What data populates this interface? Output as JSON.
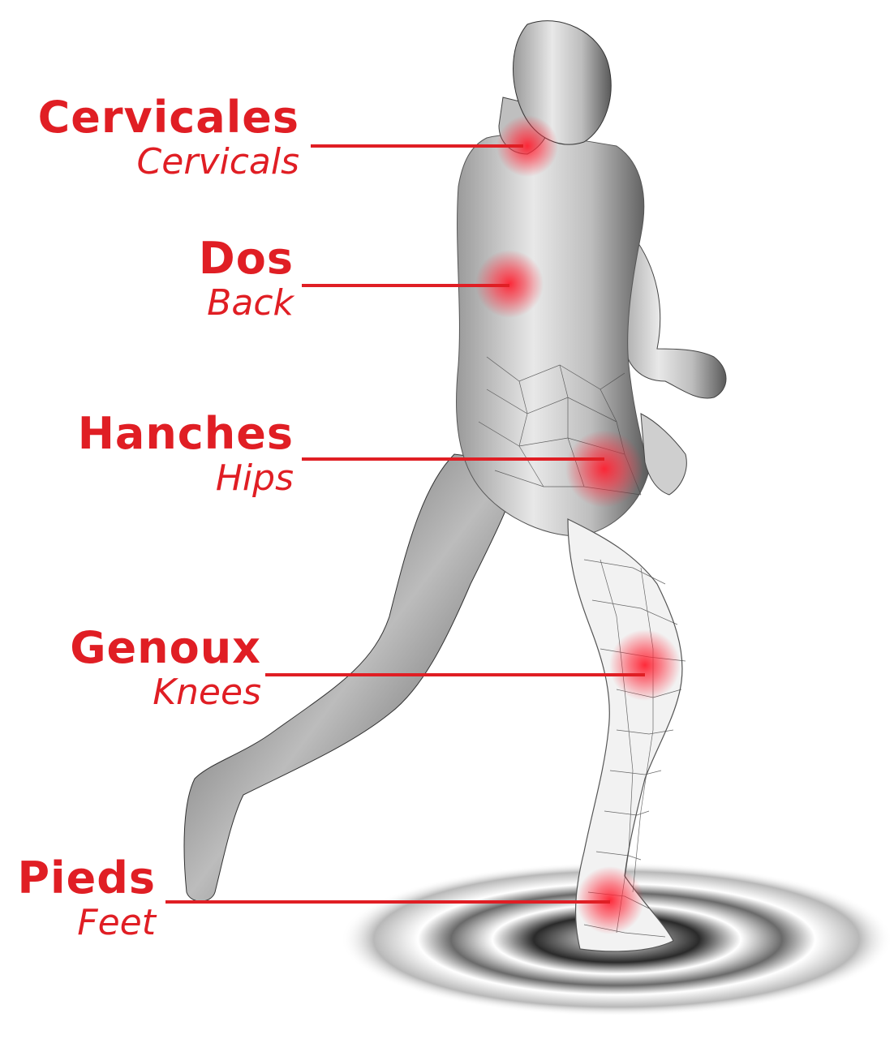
{
  "accent_color": "#e01e24",
  "figure": {
    "icon": "running-man-wireframe-figure"
  },
  "labels": [
    {
      "id": "cervicales",
      "fr": "Cervicales",
      "en": "Cervicals"
    },
    {
      "id": "dos",
      "fr": "Dos",
      "en": "Back"
    },
    {
      "id": "hanches",
      "fr": "Hanches",
      "en": "Hips"
    },
    {
      "id": "genoux",
      "fr": "Genoux",
      "en": "Knees"
    },
    {
      "id": "pieds",
      "fr": "Pieds",
      "en": "Feet"
    }
  ]
}
